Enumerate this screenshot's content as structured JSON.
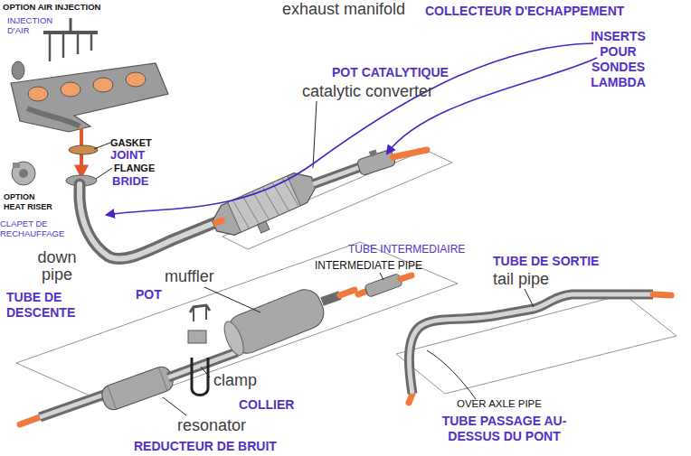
{
  "diagram": {
    "labels": [
      "OPTION AIR INJECTION",
      "INJECTION D'AIR",
      "exhaust manifold",
      "COLLECTEUR D'ECHAPPEMENT",
      "INSERTS POUR SONDES LAMBDA",
      "POT CATALYTIQUE",
      "catalytic converter",
      "GASKET",
      "JOINT",
      "FLANGE",
      "BRIDE",
      "OPTION HEAT RISER",
      "CLAPET DE RECHAUFFAGE",
      "down pipe",
      "TUBE DE DESCENTE",
      "muffler",
      "POT",
      "TUBE INTERMEDIAIRE",
      "INTERMEDIATE PIPE",
      "TUBE DE SORTIE",
      "tail pipe",
      "clamp",
      "COLLIER",
      "resonator",
      "REDUCTEUR DE BRUIT",
      "OVER AXLE PIPE",
      "TUBE PASSAGE AU-DESSUS DU PONT"
    ]
  }
}
